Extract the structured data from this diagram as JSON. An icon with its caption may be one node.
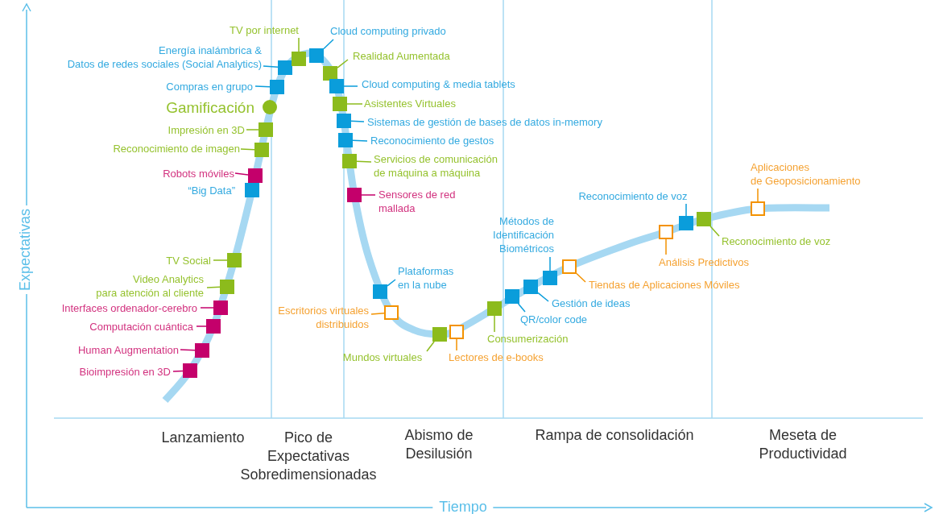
{
  "diagram": {
    "nodes": [
      {
        "text": [
          "Bioimpresión en 3D"
        ]
      },
      {
        "text": [],
        "shape": "box"
      },
      {
        "text": [
          "Human Augmentation"
        ]
      },
      {
        "text": [],
        "shape": "box"
      },
      {
        "text": [
          "Computación cuántica"
        ]
      },
      {
        "text": [],
        "shape": "box"
      },
      {
        "text": [
          "Interfaces ordenador-cerebro"
        ]
      },
      {
        "text": [],
        "shape": "box"
      },
      {
        "text": [
          "Video Analytics para atención al cliente"
        ]
      },
      {
        "text": [],
        "shape": "box"
      },
      {
        "text": [
          "TV Social"
        ]
      },
      {
        "text": [],
        "shape": "box"
      },
      {
        "text": [],
        "shape": "box",
        "beside": [
          "“Big Data”"
        ]
      },
      {
        "text": [
          "Robots móviles"
        ]
      },
      {
        "text": [],
        "shape": "box"
      },
      {
        "text": [
          "Reconocimiento de imagen"
        ]
      },
      {
        "text": [],
        "shape": "box"
      },
      {
        "text": [
          "Impresión en 3D"
        ]
      },
      {
        "text": [],
        "shape": "box"
      },
      {
        "text": [],
        "shape": "circle",
        "beside": [
          "Gamificación"
        ]
      },
      {
        "text": [
          "Compras en grupo"
        ]
      },
      {
        "text": [],
        "shape": "box"
      },
      {
        "text": [
          "Energía inalámbrica & Datos de redes sociales (Social Analytics)"
        ]
      },
      {
        "text": [],
        "shape": "box"
      },
      {
        "text": [
          "TV por internet"
        ]
      },
      {
        "text": [],
        "shape": "box"
      },
      {
        "text": [
          "Cloud computing privado"
        ]
      },
      {
        "text": [],
        "shape": "box"
      },
      {
        "text": [
          "Realidad Aumentada"
        ]
      },
      {
        "text": [],
        "shape": "box"
      },
      {
        "text": [
          "Cloud computing & media tablets"
        ]
      },
      {
        "text": [],
        "shape": "box"
      },
      {
        "text": [
          "Asistentes Virtuales"
        ]
      },
      {
        "text": [],
        "shape": "box"
      },
      {
        "text": [
          "Sistemas de gestión de bases de datos in-memory"
        ]
      },
      {
        "text": [],
        "shape": "box"
      },
      {
        "text": [
          "Reconocimiento de gestos"
        ]
      },
      {
        "text": [],
        "shape": "box"
      },
      {
        "text": [
          "Servicios de comunicación de máquina a máquina"
        ]
      },
      {
        "text": [],
        "shape": "box"
      },
      {
        "text": [
          "Sensores de red mallada"
        ]
      },
      {
        "text": [],
        "shape": "box"
      },
      {
        "text": [
          "Plataformas en la nube"
        ]
      },
      {
        "text": [],
        "shape": "box"
      },
      {
        "text": [
          "Escritorios virtuales distribuidos"
        ]
      },
      {
        "text": [],
        "shape": "box"
      },
      {
        "text": [
          "Mundos virtuales"
        ]
      },
      {
        "text": [],
        "shape": "box"
      },
      {
        "text": [
          "Lectores de e-books"
        ]
      },
      {
        "text": [],
        "shape": "box"
      },
      {
        "text": [
          "Consumerización"
        ]
      },
      {
        "text": [],
        "shape": "box"
      },
      {
        "text": [
          "QR/color code"
        ]
      },
      {
        "text": [],
        "shape": "box"
      },
      {
        "text": [
          "Gestión de ideas"
        ]
      },
      {
        "text": [],
        "shape": "box"
      },
      {
        "text": [
          "Métodos de Identificación Biométricos"
        ]
      },
      {
        "text": [],
        "shape": "box"
      },
      {
        "text": [
          "Tiendas de Aplicaciones Móviles"
        ]
      },
      {
        "text": [],
        "shape": "box"
      },
      {
        "text": [
          "Análisis Predictivos"
        ]
      },
      {
        "text": [],
        "shape": "box"
      },
      {
        "text": [
          "Reconocimiento de voz"
        ]
      },
      {
        "text": [],
        "shape": "box"
      },
      {
        "text": [
          "Reconocimiento de voz"
        ]
      },
      {
        "text": [],
        "shape": "box"
      },
      {
        "text": [
          "Aplicaciones de Geoposicionamiento"
        ]
      },
      {
        "text": [],
        "shape": "box"
      }
    ],
    "edges": [
      {
        "from": 0,
        "to": 1,
        "arrow": "none",
        "color": "#c4006b"
      },
      {
        "from": 2,
        "to": 3,
        "arrow": "none",
        "color": "#c4006b"
      },
      {
        "from": 4,
        "to": 5,
        "arrow": "none",
        "color": "#c4006b"
      },
      {
        "from": 6,
        "to": 7,
        "arrow": "none",
        "color": "#c4006b"
      },
      {
        "from": 8,
        "to": 9,
        "arrow": "none",
        "color": "#8cbb1c"
      },
      {
        "from": 10,
        "to": 11,
        "arrow": "none",
        "color": "#8cbb1c"
      },
      {
        "from": 13,
        "to": 14,
        "arrow": "none",
        "color": "#c4006b"
      },
      {
        "from": 15,
        "to": 16,
        "arrow": "none",
        "color": "#8cbb1c"
      },
      {
        "from": 17,
        "to": 18,
        "arrow": "none",
        "color": "#8cbb1c"
      },
      {
        "from": 20,
        "to": 21,
        "arrow": "none",
        "color": "#0a9ddb"
      },
      {
        "from": 22,
        "to": 23,
        "arrow": "none",
        "color": "#0a9ddb"
      },
      {
        "from": 24,
        "to": 25,
        "arrow": "none",
        "color": "#8cbb1c"
      },
      {
        "from": 26,
        "to": 27,
        "arrow": "none",
        "color": "#0a9ddb"
      },
      {
        "from": 28,
        "to": 29,
        "arrow": "none",
        "color": "#8cbb1c"
      },
      {
        "from": 30,
        "to": 31,
        "arrow": "none",
        "color": "#0a9ddb"
      },
      {
        "from": 32,
        "to": 33,
        "arrow": "none",
        "color": "#8cbb1c"
      },
      {
        "from": 34,
        "to": 35,
        "arrow": "none",
        "color": "#0a9ddb"
      },
      {
        "from": 36,
        "to": 37,
        "arrow": "none",
        "color": "#0a9ddb"
      },
      {
        "from": 38,
        "to": 39,
        "arrow": "none",
        "color": "#8cbb1c"
      },
      {
        "from": 40,
        "to": 41,
        "arrow": "none",
        "color": "#c4006b"
      },
      {
        "from": 42,
        "to": 43,
        "arrow": "none",
        "color": "#0a9ddb"
      },
      {
        "from": 44,
        "to": 45,
        "arrow": "none",
        "color": "#f39200"
      },
      {
        "from": 46,
        "to": 47,
        "arrow": "none",
        "color": "#8cbb1c"
      },
      {
        "from": 48,
        "to": 49,
        "arrow": "none",
        "color": "#f39200"
      },
      {
        "from": 50,
        "to": 51,
        "arrow": "none",
        "color": "#8cbb1c"
      },
      {
        "from": 52,
        "to": 53,
        "arrow": "none",
        "color": "#0a9ddb"
      },
      {
        "from": 54,
        "to": 55,
        "arrow": "none",
        "color": "#0a9ddb"
      },
      {
        "from": 56,
        "to": 57,
        "arrow": "none",
        "color": "#0a9ddb"
      },
      {
        "from": 58,
        "to": 59,
        "arrow": "none",
        "color": "#f39200"
      },
      {
        "from": 60,
        "to": 61,
        "arrow": "none",
        "color": "#f39200"
      },
      {
        "from": 62,
        "to": 63,
        "arrow": "none",
        "color": "#0a9ddb"
      },
      {
        "from": 64,
        "to": 65,
        "arrow": "none",
        "color": "#8cbb1c"
      },
      {
        "from": 66,
        "to": 67,
        "arrow": "none",
        "color": "#f39200"
      }
    ],
    "labels": [
      "Expectativas",
      "Tiempo",
      "Lanzamiento",
      "Pico de Expectativas Sobredimensionadas",
      "Abismo de Desilusión",
      "Rampa de consolidación",
      "Meseta de Productividad"
    ]
  }
}
